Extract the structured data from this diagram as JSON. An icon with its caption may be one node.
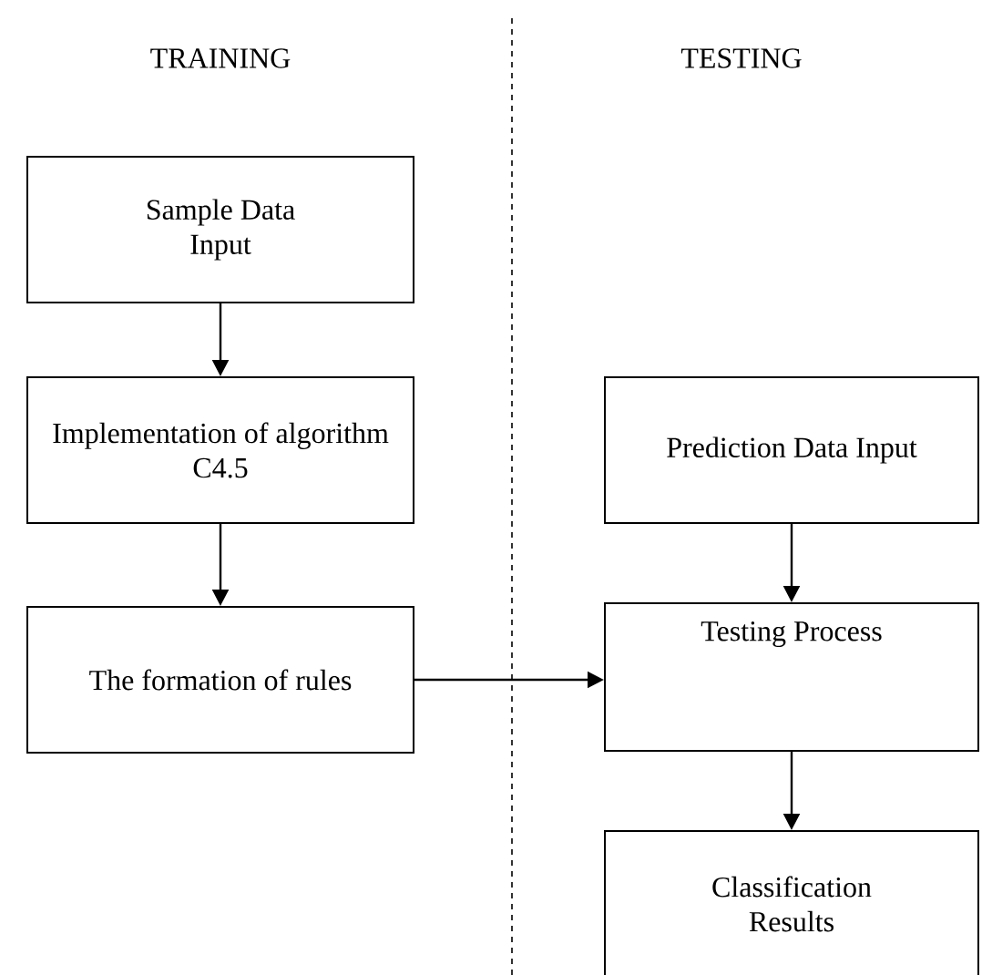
{
  "diagram": {
    "nodes": [
      {
        "text": [
          "Sample Data Input"
        ]
      },
      {
        "text": [
          "Implementation of algorithm C4.5"
        ]
      },
      {
        "text": [
          "The formation of rules"
        ]
      },
      {
        "text": [
          "Prediction Data Input"
        ]
      },
      {
        "text": [
          "Testing Process"
        ]
      },
      {
        "text": [
          "Classification Results"
        ]
      }
    ],
    "edges": [
      {
        "from": 0,
        "to": 1,
        "arrow": "to"
      },
      {
        "from": 1,
        "to": 2,
        "arrow": "to"
      },
      {
        "from": 2,
        "to": 4,
        "arrow": "to"
      },
      {
        "from": 3,
        "to": 4,
        "arrow": "to"
      },
      {
        "from": 4,
        "to": 5,
        "arrow": "to"
      }
    ],
    "labels": [
      "TRAINING",
      "TESTING"
    ]
  }
}
